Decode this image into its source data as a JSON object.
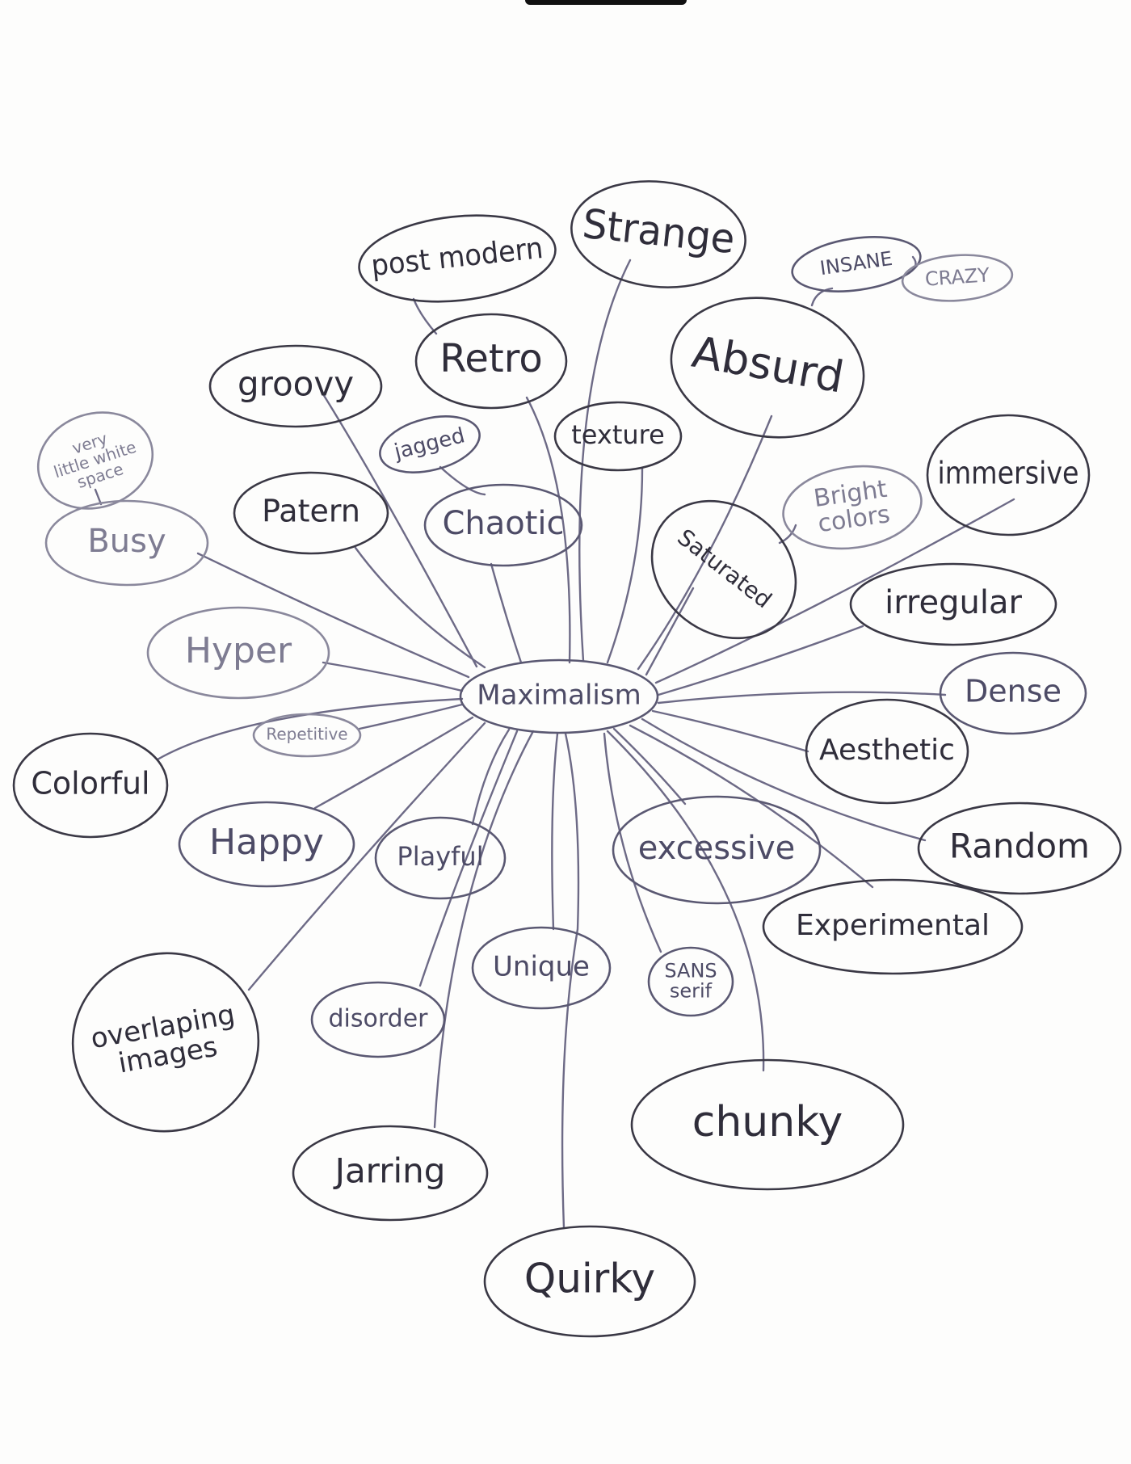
{
  "center": {
    "label": "Maximalism"
  },
  "terms": {
    "post_modern": "post modern",
    "strange": "Strange",
    "insane": "INSANE",
    "crazy": "CRAZY",
    "retro": "Retro",
    "groovy": "groovy",
    "absurd": "Absurd",
    "very_little_white_space": [
      "very",
      "little white",
      "space"
    ],
    "jagged": "jagged",
    "texture": "texture",
    "immersive": "immersive",
    "bright_colors": [
      "Bright",
      "colors"
    ],
    "patern": "Patern",
    "chaotic": "Chaotic",
    "busy": "Busy",
    "saturated": "Saturated",
    "irregular": "irregular",
    "hyper": "Hyper",
    "dense": "Dense",
    "repetitive": "Repetitive",
    "aesthetic": "Aesthetic",
    "colorful": "Colorful",
    "random": "Random",
    "happy": "Happy",
    "playful": "Playful",
    "excessive": "excessive",
    "experimental": "Experimental",
    "unique": "Unique",
    "sans_serif": [
      "SANS",
      "serif"
    ],
    "overlapping_images": [
      "overlaping",
      "images"
    ],
    "disorder": "disorder",
    "chunky": "chunky",
    "jarring": "Jarring",
    "quirky": "Quirky"
  },
  "colors": {
    "ink_dark": "#3a3845",
    "ink_mid": "#5a5872",
    "ink_light": "#8a889c",
    "connector": "#6d6a86",
    "paper": "#fdfdfc"
  }
}
